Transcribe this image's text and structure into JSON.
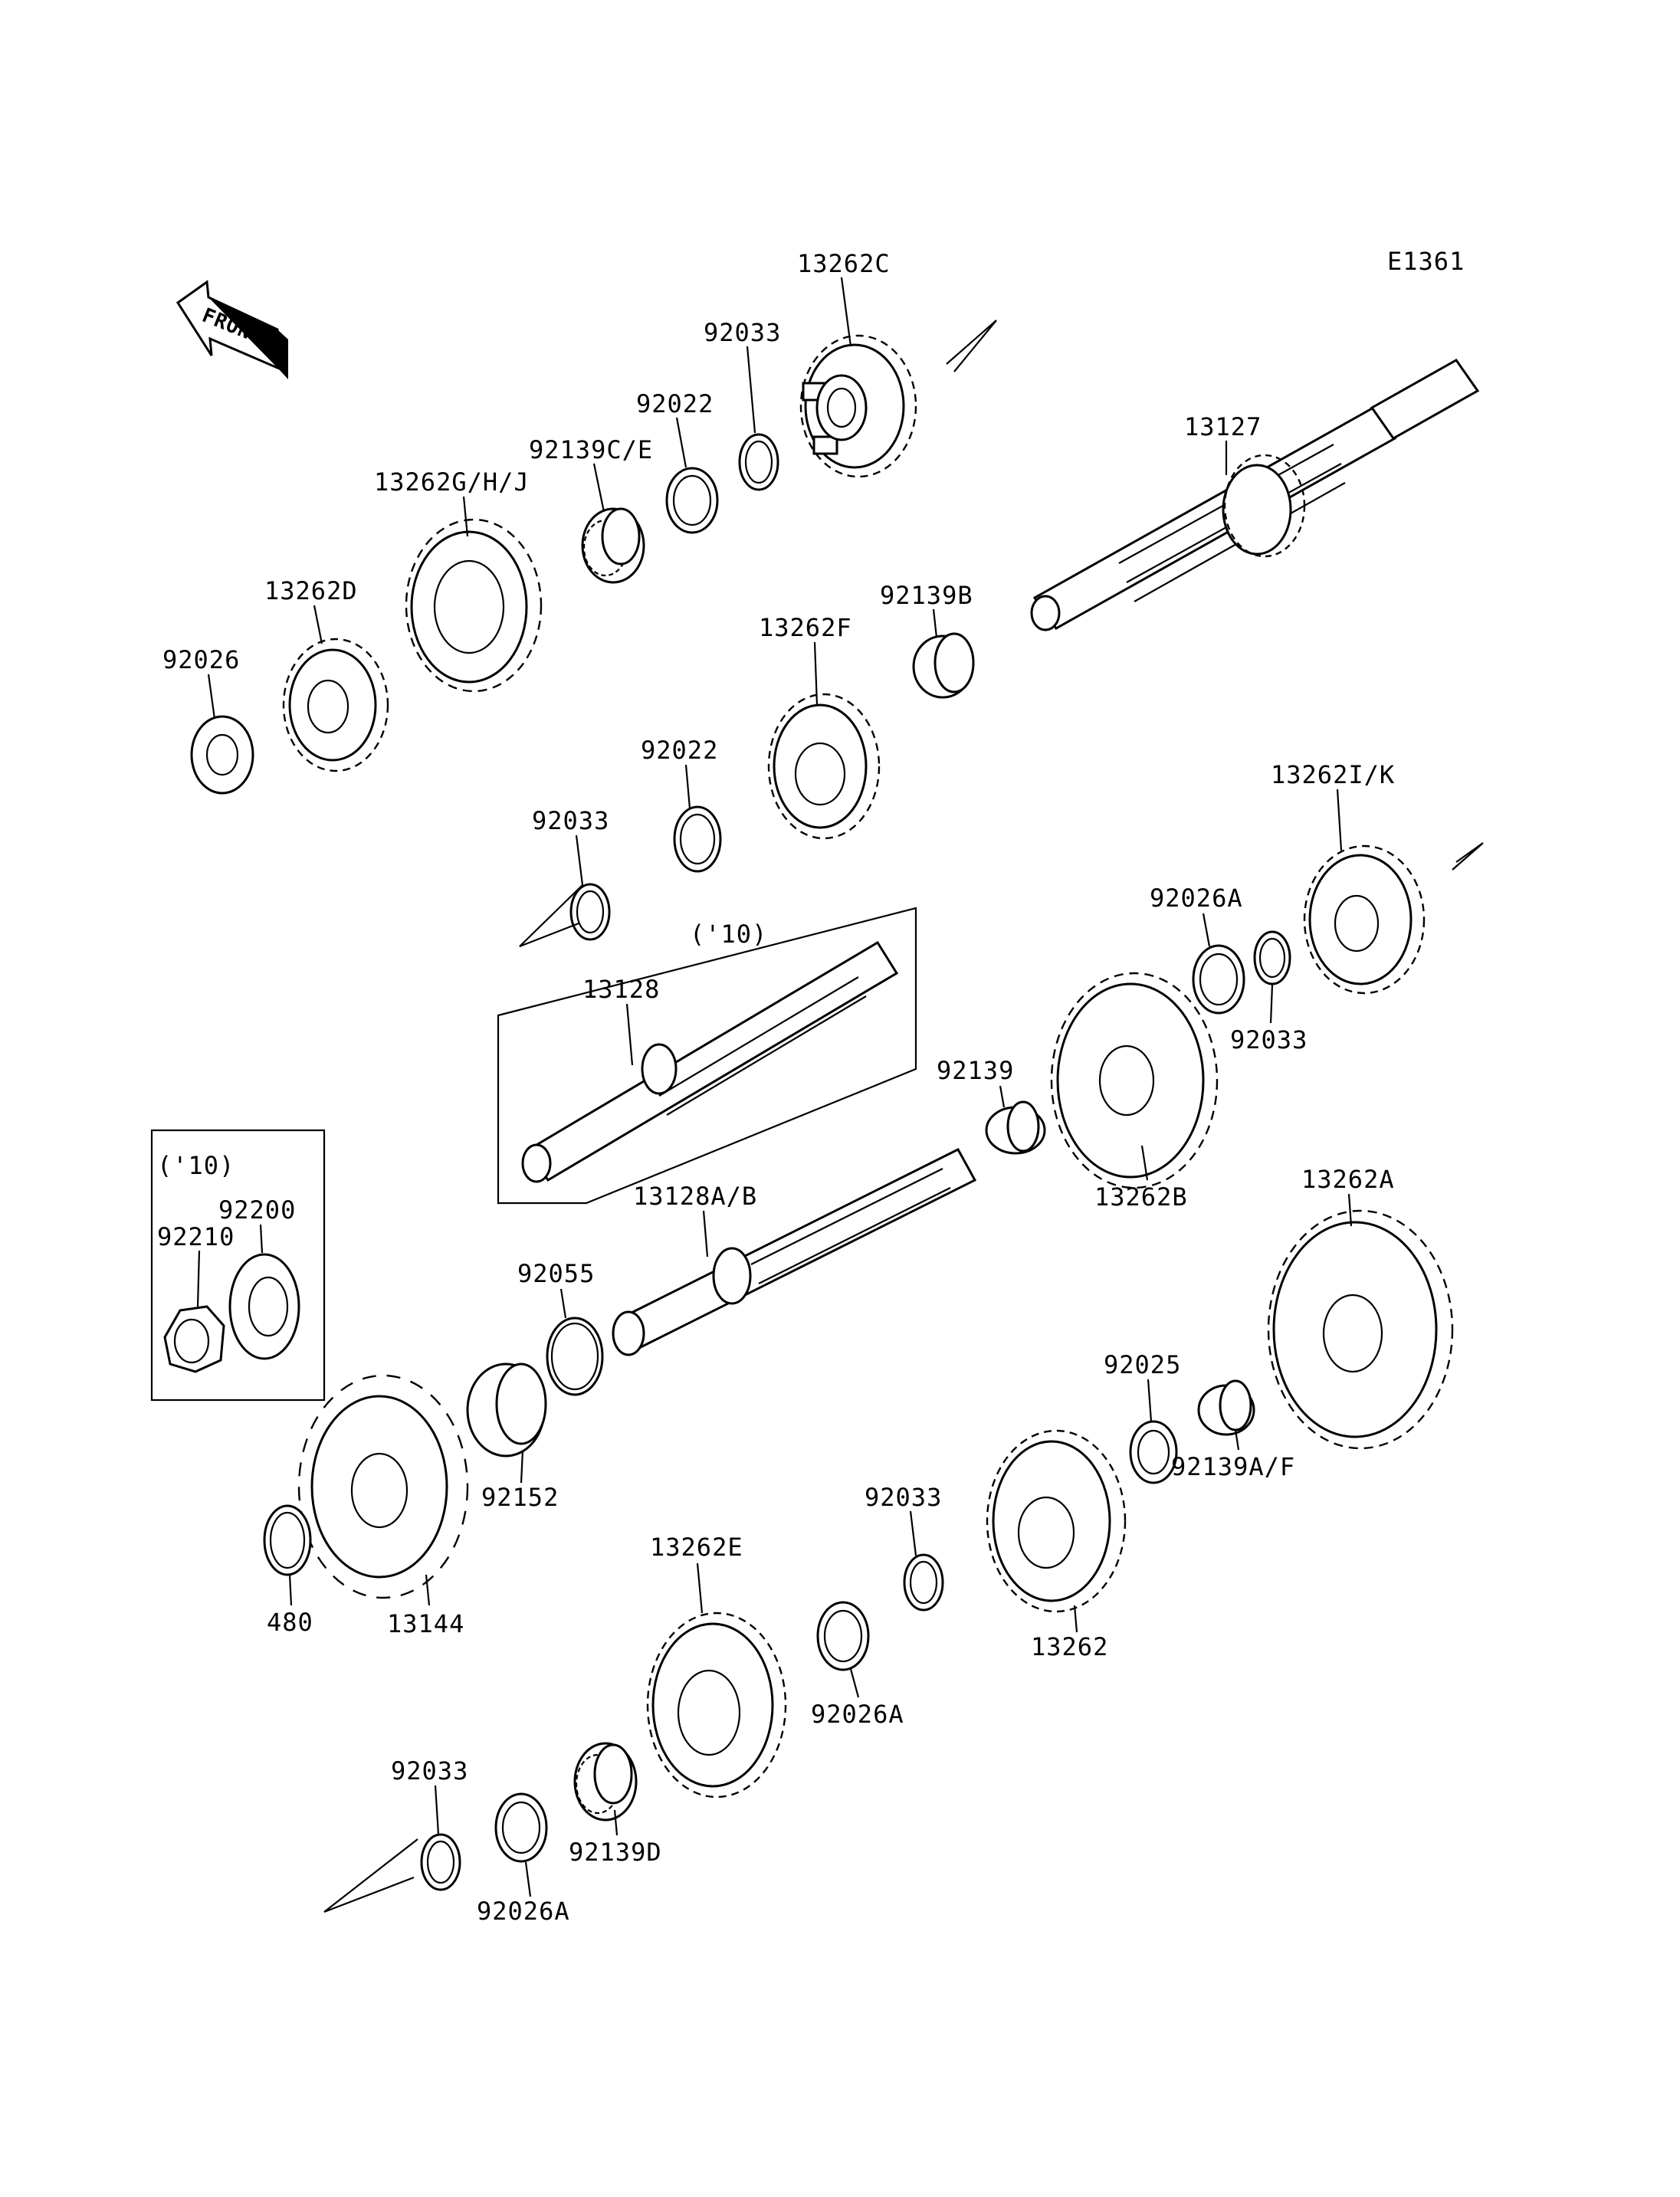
{
  "diagram_id": "E1361",
  "front_label": "FRONT",
  "inset_main_label": "('10)",
  "inset_nut_label": "('10)",
  "parts": [
    {
      "key": "p13262C",
      "text": "13262C"
    },
    {
      "key": "p92033_top",
      "text": "92033"
    },
    {
      "key": "p92022_top",
      "text": "92022"
    },
    {
      "key": "p92139CE",
      "text": "92139C/E"
    },
    {
      "key": "p13262GHJ",
      "text": "13262G/H/J"
    },
    {
      "key": "p13262D",
      "text": "13262D"
    },
    {
      "key": "p92026",
      "text": "92026"
    },
    {
      "key": "p13127",
      "text": "13127"
    },
    {
      "key": "p92139B",
      "text": "92139B"
    },
    {
      "key": "p13262F",
      "text": "13262F"
    },
    {
      "key": "p92022_mid",
      "text": "92022"
    },
    {
      "key": "p92033_mid",
      "text": "92033"
    },
    {
      "key": "p13262IK",
      "text": "13262I/K"
    },
    {
      "key": "p92026A_top",
      "text": "92026A"
    },
    {
      "key": "p92033_right",
      "text": "92033"
    },
    {
      "key": "p13128",
      "text": "13128"
    },
    {
      "key": "p92139",
      "text": "92139"
    },
    {
      "key": "p13262B",
      "text": "13262B"
    },
    {
      "key": "p13128AB",
      "text": "13128A/B"
    },
    {
      "key": "p92200",
      "text": "92200"
    },
    {
      "key": "p92210",
      "text": "92210"
    },
    {
      "key": "p92055",
      "text": "92055"
    },
    {
      "key": "p13262A",
      "text": "13262A"
    },
    {
      "key": "p92025",
      "text": "92025"
    },
    {
      "key": "p92139AF",
      "text": "92139A/F"
    },
    {
      "key": "p92152",
      "text": "92152"
    },
    {
      "key": "p92033_low",
      "text": "92033"
    },
    {
      "key": "p480",
      "text": "480"
    },
    {
      "key": "p13144",
      "text": "13144"
    },
    {
      "key": "p13262E",
      "text": "13262E"
    },
    {
      "key": "p13262",
      "text": "13262"
    },
    {
      "key": "p92026A_mid",
      "text": "92026A"
    },
    {
      "key": "p92033_bottom",
      "text": "92033"
    },
    {
      "key": "p92139D",
      "text": "92139D"
    },
    {
      "key": "p92026A_bottom",
      "text": "92026A"
    }
  ]
}
